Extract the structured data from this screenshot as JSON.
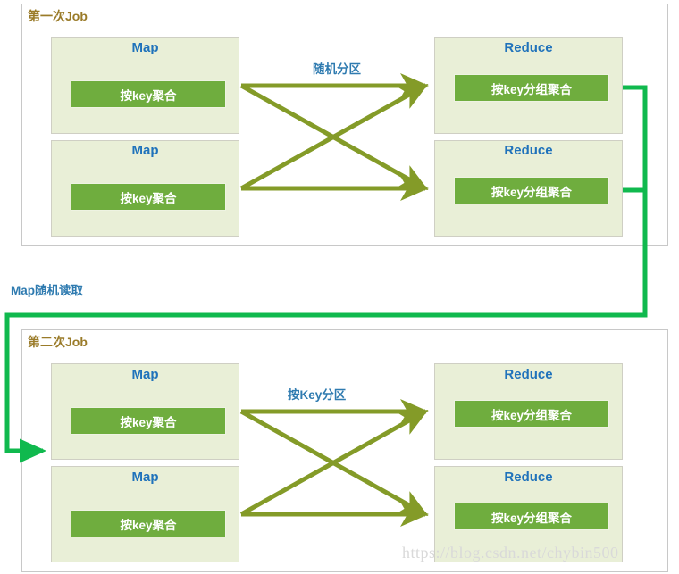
{
  "diagram": {
    "title_color": "#9a7b29",
    "stage_title_color": "#1f72bb",
    "label_color": "#2f7bb0",
    "chip_color": "#6fad3e",
    "panel_color": "#e9efd7",
    "arrow_color": "#849b28",
    "connector_color": "#10b94e",
    "jobs": [
      {
        "title": "第一次Job",
        "partition_label": "随机分区",
        "maps": [
          {
            "title": "Map",
            "chip": "按key聚合"
          },
          {
            "title": "Map",
            "chip": "按key聚合"
          }
        ],
        "reduces": [
          {
            "title": "Reduce",
            "chip": "按key分组聚合"
          },
          {
            "title": "Reduce",
            "chip": "按key分组聚合"
          }
        ]
      },
      {
        "title": "第二次Job",
        "partition_label": "按Key分区",
        "maps": [
          {
            "title": "Map",
            "chip": "按key聚合"
          },
          {
            "title": "Map",
            "chip": "按key聚合"
          }
        ],
        "reduces": [
          {
            "title": "Reduce",
            "chip": "按key分组聚合"
          },
          {
            "title": "Reduce",
            "chip": "按key分组聚合"
          }
        ]
      }
    ],
    "flow_label": "Map随机读取",
    "watermark": "https://blog.csdn.net/chybin500"
  }
}
